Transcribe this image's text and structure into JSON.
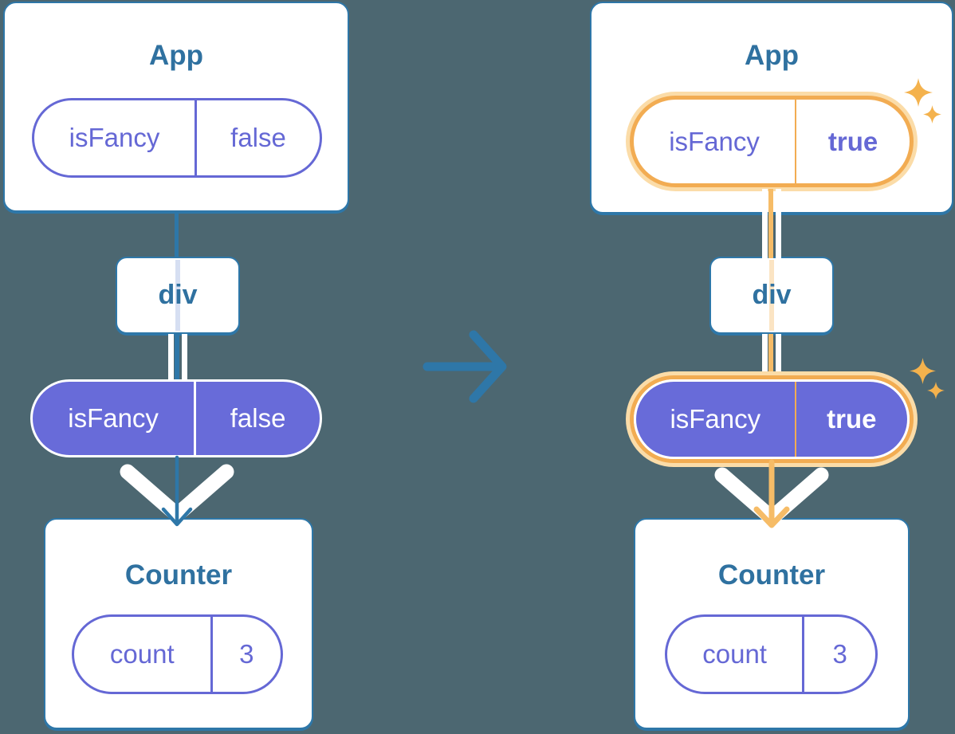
{
  "colors": {
    "background": "#4C6771",
    "card-border": "#2E77A8",
    "title-text": "#2F71A0",
    "purple": "#6568D5",
    "purple-fill": "#686BD9",
    "stripe-blue": "#D6DFF2",
    "stripe-peach": "#FBE4C3",
    "orange": "#F2AC52",
    "orange-line": "#F6BC67",
    "peach": "#FBDCA8",
    "sparkle": "#F4B24D",
    "white": "#FFFFFF"
  },
  "transition_icon": "right-arrow-icon",
  "diagrams": {
    "before": {
      "app_title": "App",
      "app_pill": {
        "label": "isFancy",
        "value": "false"
      },
      "div_label": "div",
      "state_pill": {
        "label": "isFancy",
        "value": "false"
      },
      "counter_title": "Counter",
      "counter_pill": {
        "label": "count",
        "value": "3"
      }
    },
    "after": {
      "app_title": "App",
      "app_pill": {
        "label": "isFancy",
        "value": "true"
      },
      "div_label": "div",
      "state_pill": {
        "label": "isFancy",
        "value": "true"
      },
      "counter_title": "Counter",
      "counter_pill": {
        "label": "count",
        "value": "3"
      }
    }
  }
}
